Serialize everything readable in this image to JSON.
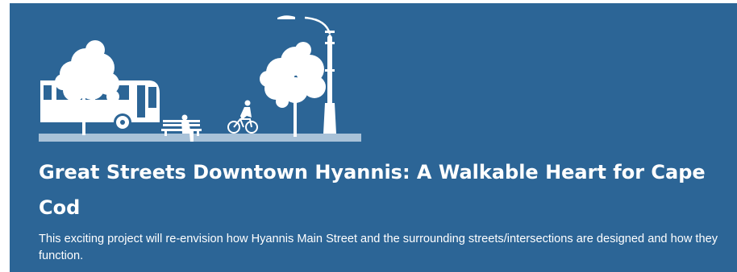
{
  "banner": {
    "background_color": "#2c6596",
    "illustration_elements": [
      "bus-icon",
      "tree-icon",
      "bench-icon",
      "person-icon",
      "cyclist-icon",
      "tree-icon",
      "streetlight-icon",
      "sidewalk"
    ],
    "title": "Great Streets Downtown Hyannis: A Walkable Heart for Cape Cod",
    "description": "This exciting project will re-envision how Hyannis Main Street and the surrounding streets/intersections are designed and how they function."
  }
}
